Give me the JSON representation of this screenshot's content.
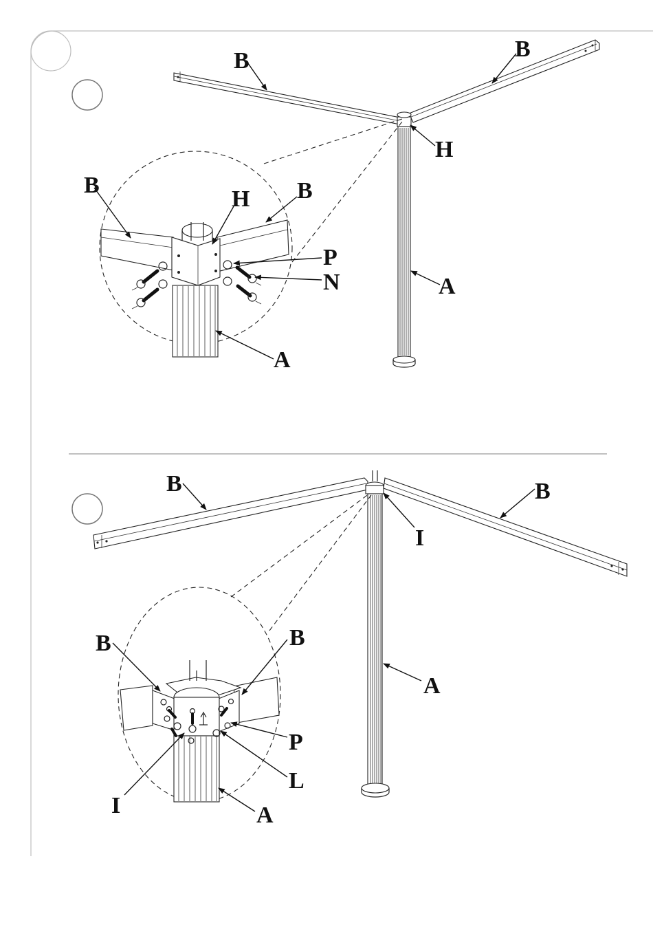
{
  "steps": {
    "step1": {
      "labels": {
        "beam_left": "B",
        "beam_right": "B",
        "hub": "H",
        "post": "A",
        "detail_beam_left": "B",
        "detail_beam_right": "B",
        "detail_hub": "H",
        "washer": "P",
        "bolt": "N",
        "detail_post": "A"
      }
    },
    "step2": {
      "labels": {
        "beam_left": "B",
        "beam_right": "B",
        "cap": "I",
        "post": "A",
        "detail_beam_left": "B",
        "detail_beam_right": "B",
        "washer": "P",
        "screw": "L",
        "detail_cap": "I",
        "detail_post": "A"
      }
    }
  }
}
